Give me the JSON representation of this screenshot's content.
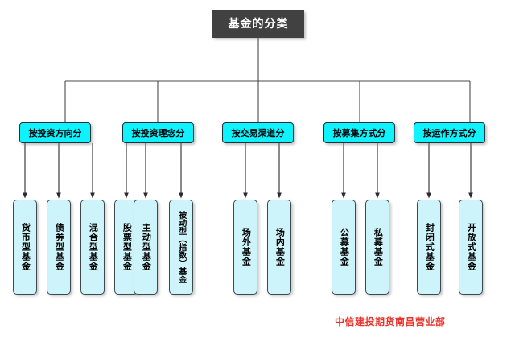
{
  "diagram": {
    "type": "tree-org-chart",
    "root": {
      "label": "基金的分类",
      "bg_color": "#414141",
      "text_color": "#FFFFFF"
    },
    "category_color": "#0FF2FF",
    "leaf_color": "#CCF4FA",
    "categories": [
      {
        "label": "按投资方向分",
        "children": [
          "货币型基金",
          "债券型基金",
          "混合型基金",
          "股票型基金"
        ]
      },
      {
        "label": "按投资理念分",
        "children": [
          "主动型基金",
          "被动型（指数）基金"
        ]
      },
      {
        "label": "按交易渠道分",
        "children": [
          "场外基金",
          "场内基金"
        ]
      },
      {
        "label": "按募集方式分",
        "children": [
          "公募基金",
          "私募基金"
        ]
      },
      {
        "label": "按运作方式分",
        "children": [
          "封闭式基金",
          "开放式基金"
        ]
      }
    ]
  },
  "footer": {
    "watermark": "中信建投期货南昌营业部",
    "color": "#E8342A"
  }
}
